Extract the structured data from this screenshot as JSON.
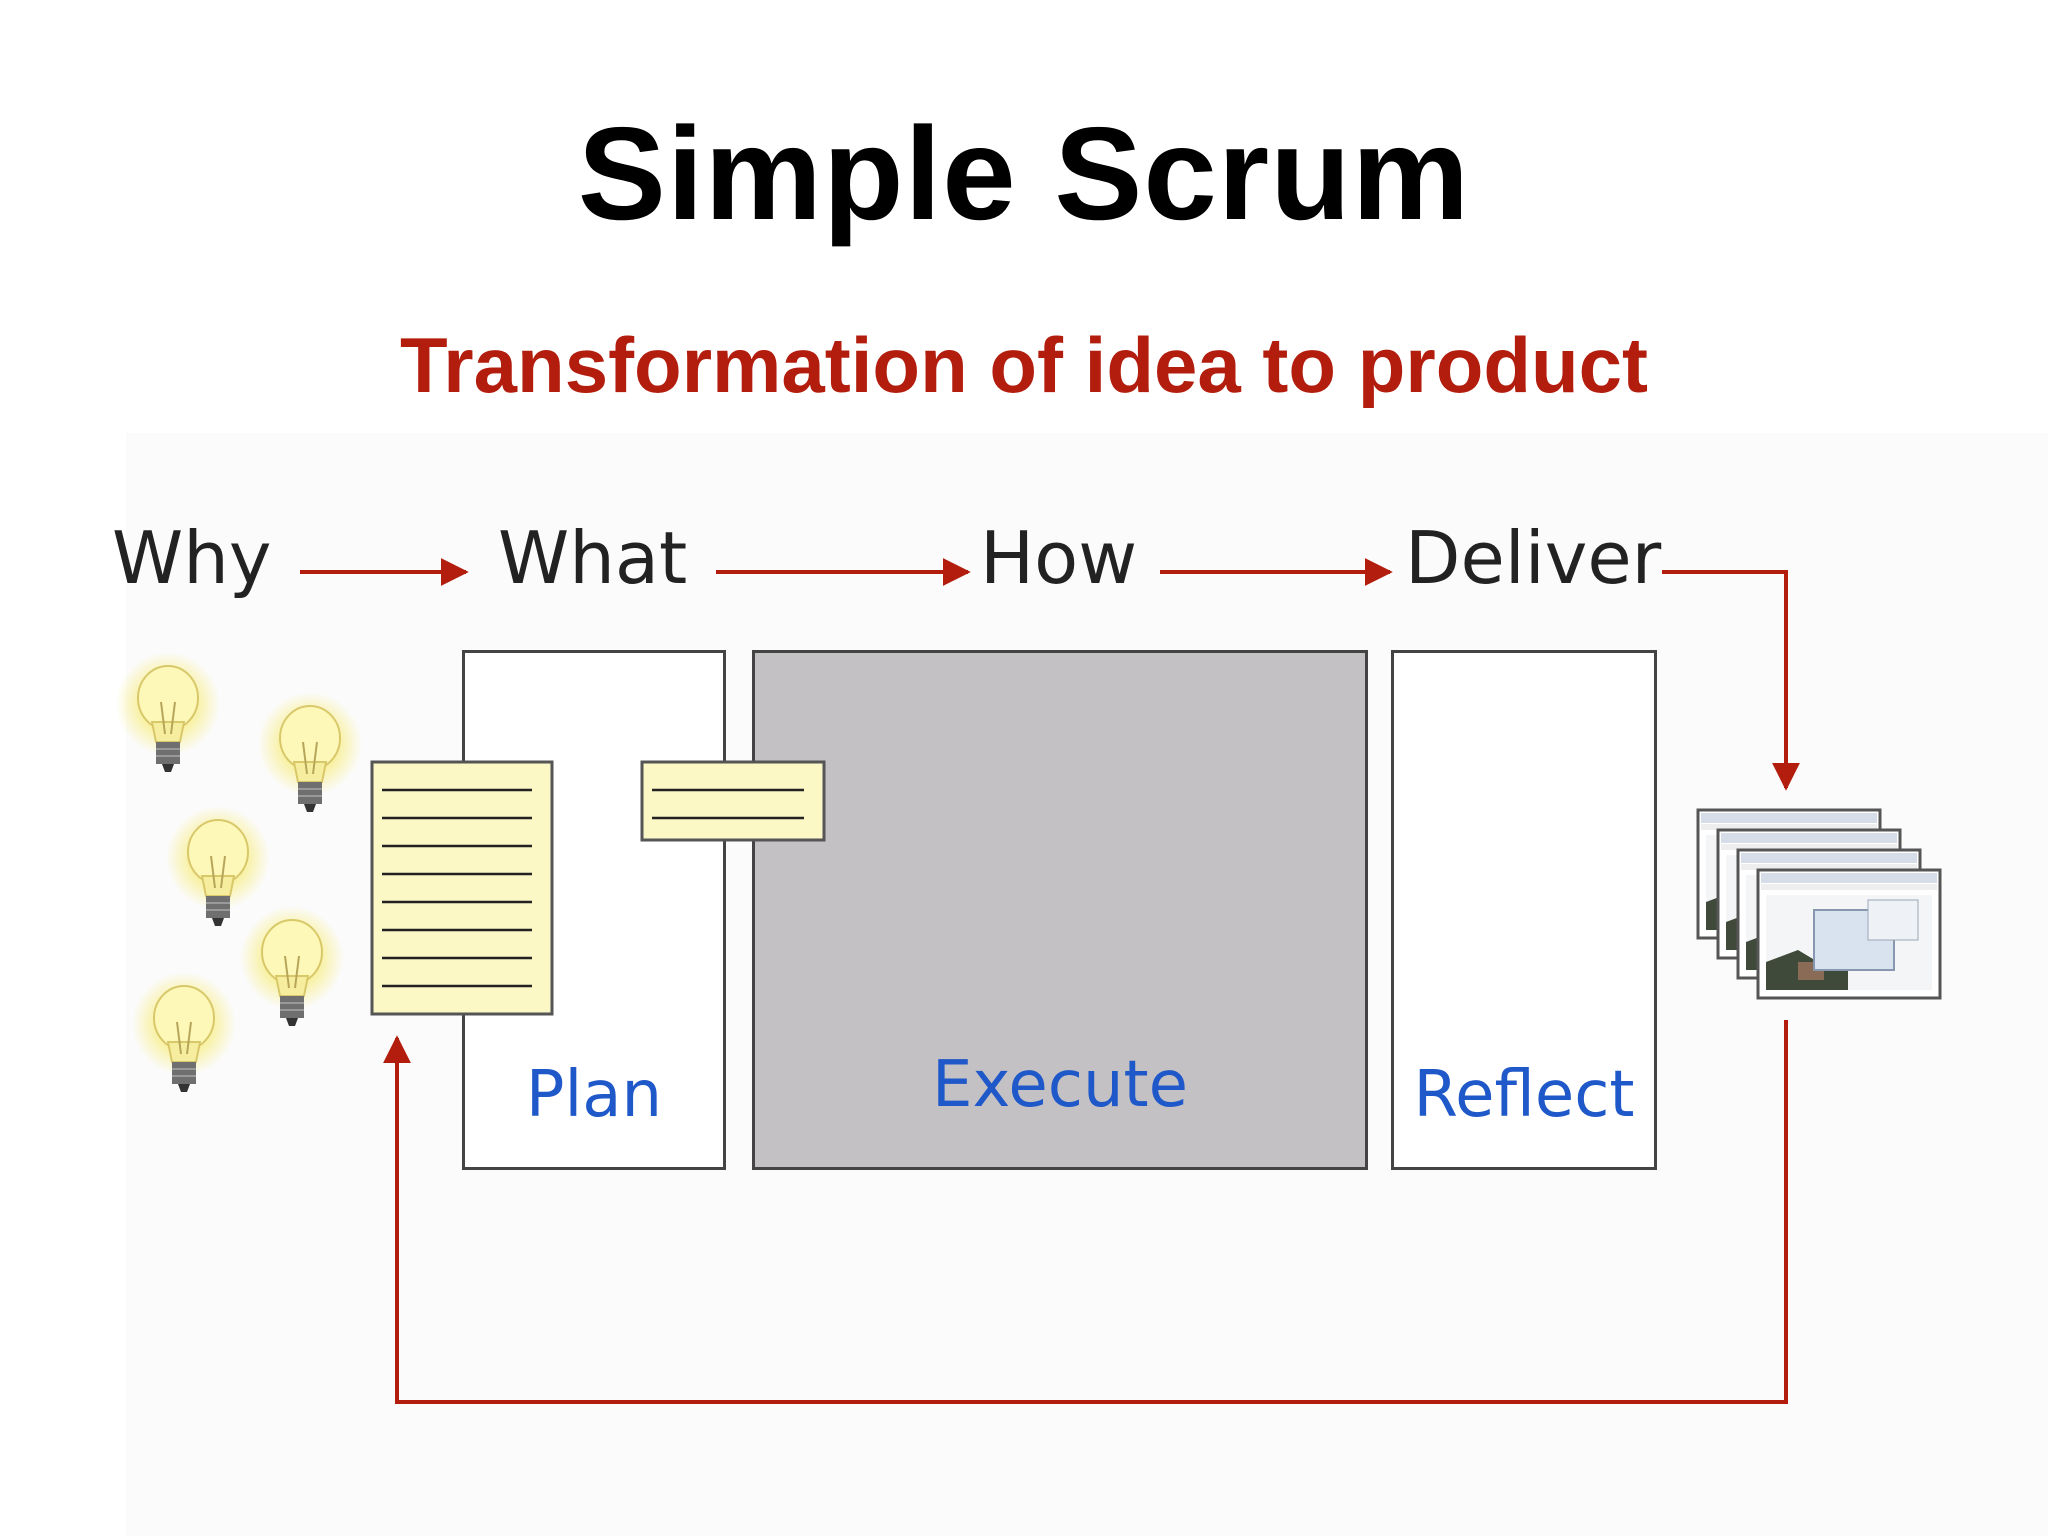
{
  "slide": {
    "title": "Simple Scrum",
    "subtitle": "Transformation of idea to product"
  },
  "steps": {
    "why": "Why",
    "what": "What",
    "how": "How",
    "deliver": "Deliver"
  },
  "phases": {
    "plan": "Plan",
    "execute": "Execute",
    "reflect": "Reflect"
  },
  "icons": {
    "ideas": "lightbulb-icon",
    "backlog": "document-icon",
    "sprint_backlog": "document-icon",
    "product": "screenshot-stack-icon"
  },
  "colors": {
    "title": "#000000",
    "subtitle": "#b31d0d",
    "arrow": "#b31d0d",
    "phase_label": "#1f58c9",
    "execute_fill": "#c3c1c4",
    "note_fill": "#fbf8c6"
  }
}
